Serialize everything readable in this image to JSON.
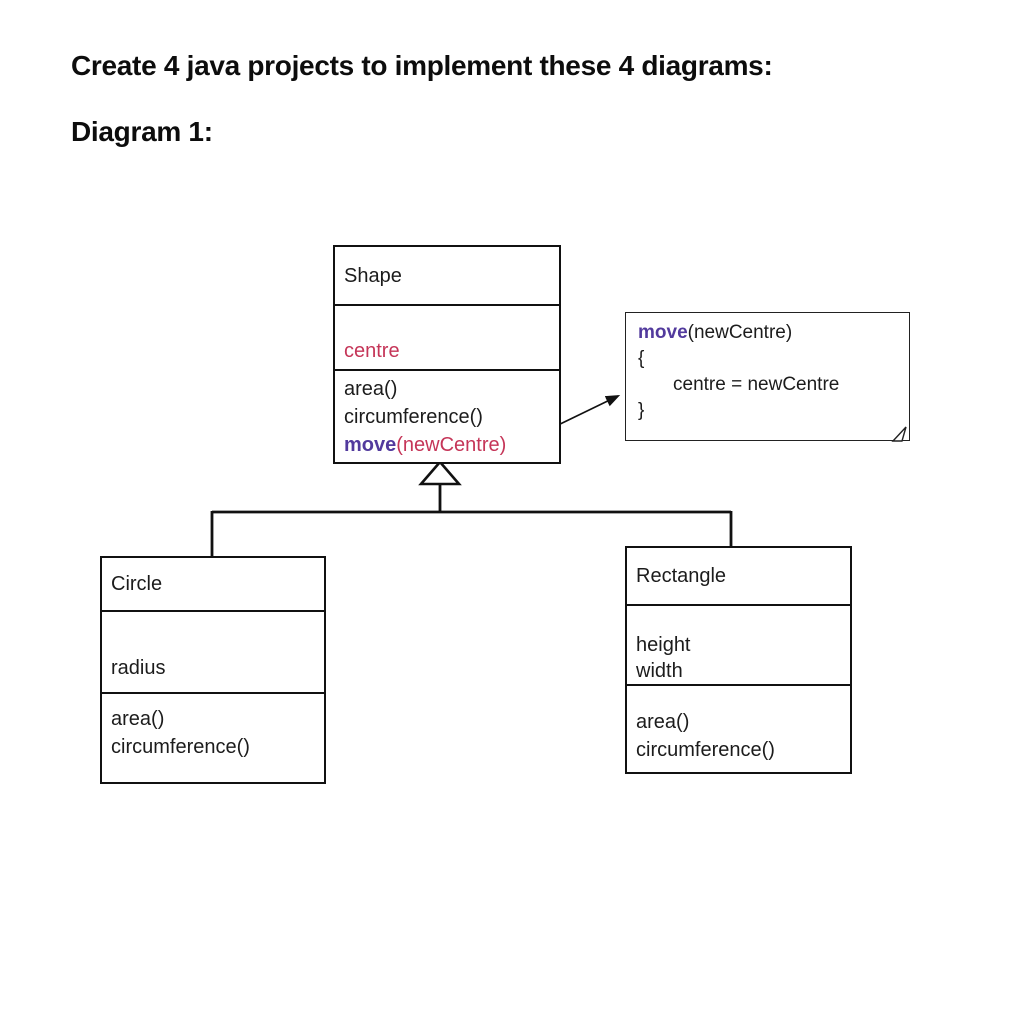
{
  "page": {
    "heading": "Create 4 java projects to implement these 4 diagrams:",
    "subheading": "Diagram 1:"
  },
  "colors": {
    "attribute_red": "#c53558",
    "method_purple": "#523a9d",
    "line_black": "#111111"
  },
  "diagram": {
    "shape_class": {
      "name": "Shape",
      "attributes": [
        "centre"
      ],
      "methods": [
        "area()",
        "circumference()"
      ],
      "move_method": {
        "name": "move",
        "params": "(newCentre)"
      }
    },
    "note": {
      "signature_name": "move",
      "signature_params": "(newCentre)",
      "body_open": "{",
      "body_line": "centre = newCentre",
      "body_close": "}"
    },
    "circle_class": {
      "name": "Circle",
      "attributes": [
        "radius"
      ],
      "methods": [
        "area()",
        "circumference()"
      ]
    },
    "rectangle_class": {
      "name": "Rectangle",
      "attributes": [
        "height",
        "width"
      ],
      "methods": [
        "area()",
        "circumference()"
      ]
    },
    "relationships": [
      {
        "type": "generalization",
        "from": "Circle",
        "to": "Shape"
      },
      {
        "type": "generalization",
        "from": "Rectangle",
        "to": "Shape"
      },
      {
        "type": "note-anchor",
        "from": "Shape.move(newCentre)",
        "to": "note"
      }
    ]
  }
}
